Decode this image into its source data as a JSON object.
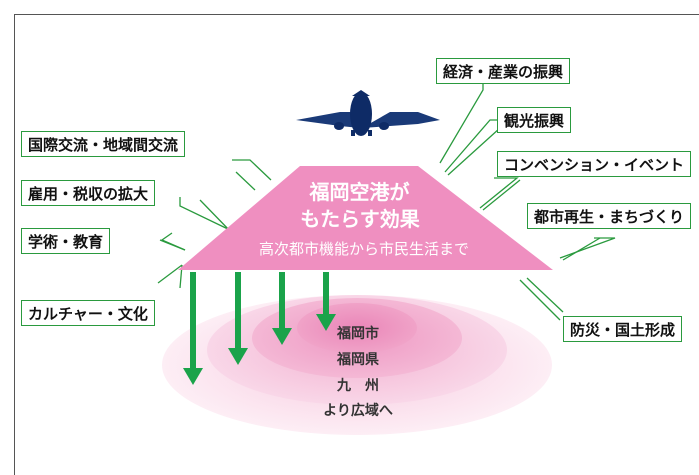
{
  "center": {
    "title_line1": "福岡空港が",
    "title_line2": "もたらす効果",
    "subtitle": "高次都市機能から市民生活まで"
  },
  "rings": {
    "city": "福岡市",
    "prefecture": "福岡県",
    "region": "九　州",
    "wider": "より広域へ"
  },
  "effects": {
    "economy": "経済・産業の振興",
    "tourism": "観光振興",
    "convention": "コンベンション・イベント",
    "urban": "都市再生・まちづくり",
    "disaster": "防災・国土形成",
    "exchange": "国際交流・地域間交流",
    "employment": "雇用・税収の拡大",
    "academic": "学術・教育",
    "culture": "カルチャー・文化"
  },
  "colors": {
    "trapezoid": "#ef8fc0",
    "label_border": "#2a9a3e",
    "arrow": "#1aa34a",
    "ring_outer": "#fbe2ee",
    "ring_mid": "#f6c4dc",
    "ring_inner": "#f0a4c9"
  }
}
